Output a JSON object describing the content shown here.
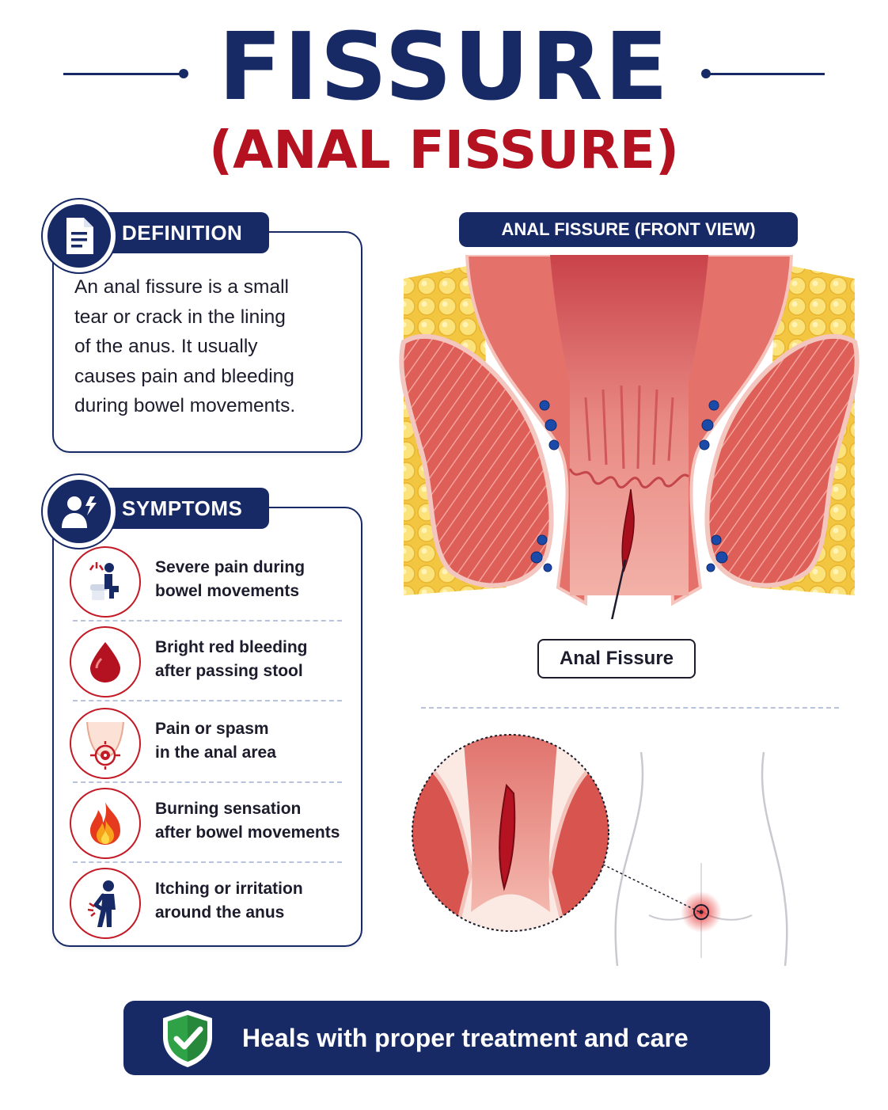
{
  "header": {
    "title": "FISSURE",
    "subtitle": "(ANAL FISSURE)"
  },
  "definition": {
    "heading": "DEFINITION",
    "icon": "document-icon",
    "lines": [
      "An anal fissure is a small",
      "tear or crack in the lining",
      "of the anus. It usually",
      "causes pain and bleeding",
      "during bowel movements."
    ]
  },
  "symptoms": {
    "heading": "SYMPTOMS",
    "icon": "person-pain-icon",
    "items": [
      {
        "line1": "Severe pain during",
        "line2": "bowel movements",
        "icon": "toilet-pain-icon"
      },
      {
        "line1": "Bright red bleeding",
        "line2": "after passing stool",
        "icon": "blood-drop-icon"
      },
      {
        "line1": "Pain or spasm",
        "line2": "in the anal area",
        "icon": "target-pain-icon"
      },
      {
        "line1": "Burning sensation",
        "line2": "after bowel movements",
        "icon": "flame-icon"
      },
      {
        "line1": "Itching or irritation",
        "line2": "around the anus",
        "icon": "itching-person-icon"
      }
    ]
  },
  "diagram": {
    "heading": "ANAL FISSURE (FRONT VIEW)",
    "callout_label": "Anal Fissure"
  },
  "footer": {
    "text": "Heals with proper treatment and care",
    "icon": "shield-check-icon"
  },
  "colors": {
    "navy": "#172a66",
    "red": "#b41220",
    "tissue": "#e36a65",
    "fat": "#f6d45a"
  }
}
